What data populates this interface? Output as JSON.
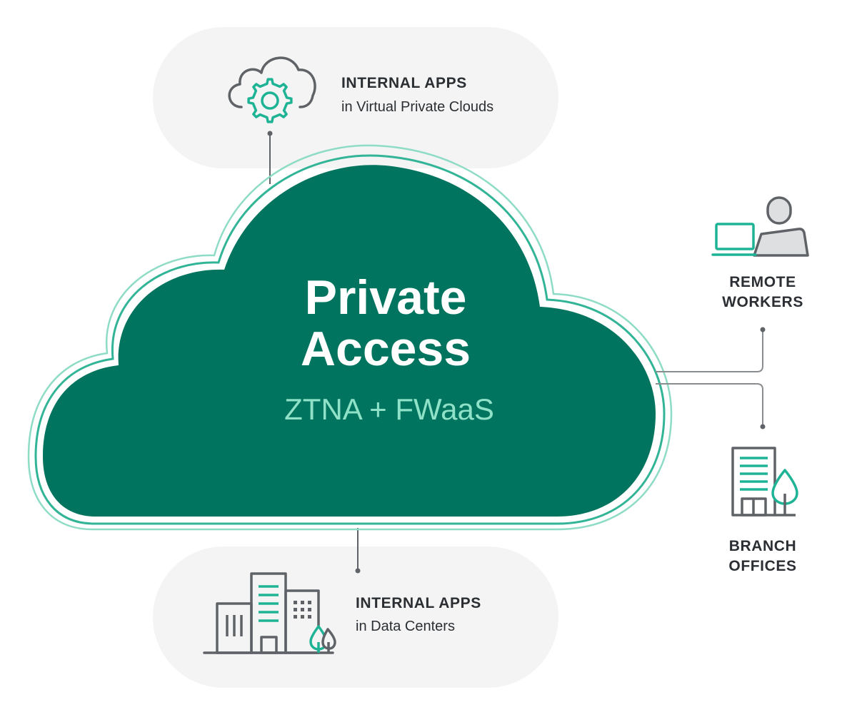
{
  "colors": {
    "cloud_fill": "#01745f",
    "cloud_outline_light": "#8fdcc6",
    "cloud_outline_mid": "#32b497",
    "pill_fill": "#f3f4f3",
    "accent": "#1fb396",
    "icon_gray": "#5f6367",
    "text_dark": "#2b2f33",
    "title_text": "#ffffff",
    "subtitle_text": "#8fe2c8"
  },
  "cloud": {
    "title_line1": "Private",
    "title_line2": "Access",
    "subtitle": "ZTNA + FWaaS"
  },
  "top_pill": {
    "icon": "cloud-gear-icon",
    "heading": "INTERNAL APPS",
    "subheading": "in Virtual Private Clouds"
  },
  "bottom_pill": {
    "icon": "data-center-buildings-icon",
    "heading": "INTERNAL APPS",
    "subheading": "in Data Centers"
  },
  "remote": {
    "icon": "laptop-user-icon",
    "line1": "REMOTE",
    "line2": "WORKERS"
  },
  "branch": {
    "icon": "office-building-tree-icon",
    "line1": "BRANCH",
    "line2": "OFFICES"
  }
}
